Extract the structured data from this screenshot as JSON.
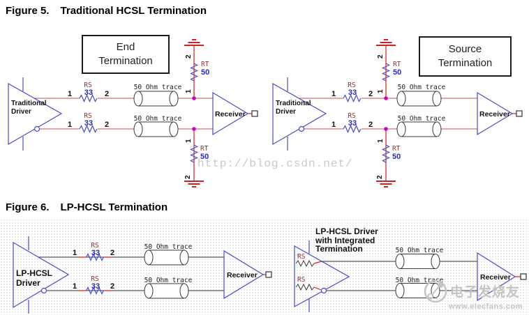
{
  "figure5": {
    "heading_label": "Figure 5.",
    "heading_title": "Traditional HCSL Termination",
    "end_termination_box": {
      "line1": "End",
      "line2": "Termination"
    },
    "source_termination_box": {
      "line1": "Source",
      "line2": "Termination"
    },
    "driver_label": {
      "line1": "Traditional",
      "line2": "Driver"
    }
  },
  "figure6": {
    "heading_label": "Figure 6.",
    "heading_title": "LP-HCSL Termination",
    "driver_label": {
      "line1": "LP-HCSL",
      "line2": "Driver"
    },
    "integrated_driver_label": {
      "line1": "LP-HCSL Driver",
      "line2": "with Integrated",
      "line3": "Termination"
    }
  },
  "shared": {
    "pin1": "1",
    "pin2": "2",
    "rs_ref": "RS",
    "rs_value": "33",
    "rt_ref": "RT",
    "rt_value": "50",
    "trace_label": "50 Ohm trace",
    "receiver_label": "Receiver"
  },
  "watermarks": {
    "csdn_url": "http://blog.csdn.net/",
    "elecfans_name": "电子发烧友",
    "elecfans_url": "www.elecfans.com"
  },
  "colors": {
    "component_blue": "#4a4ac8",
    "wire_pale_red": "#c05050",
    "wire_red": "#cc2222",
    "wire_black": "#3a3a3a",
    "junction_magenta": "#cc00cc",
    "ground_red": "#cc2222",
    "ref_maroon": "#8b3232",
    "value_blue": "#2828c8",
    "watermark_gray": "#c9c9c9"
  }
}
